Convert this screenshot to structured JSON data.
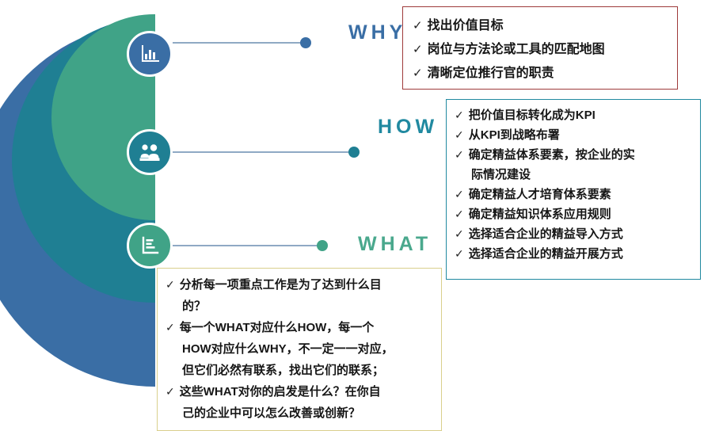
{
  "palette": {
    "blue": "#3a6ea5",
    "teal": "#1f7f93",
    "green": "#40a387",
    "why_border": "#9e3a3a",
    "how_border": "#2089a0",
    "what_border": "#d9cf8c",
    "connector": "#8fa9c4",
    "text": "#161616",
    "background": "#ffffff"
  },
  "steps": [
    {
      "key": "why",
      "label": "WHY",
      "icon": "bar-chart-icon",
      "color": "#3a6ea5"
    },
    {
      "key": "how",
      "label": "HOW",
      "icon": "team-people-icon",
      "color": "#1f7f93"
    },
    {
      "key": "what",
      "label": "WHAT",
      "icon": "bar-chart-axis-icon",
      "color": "#40a387"
    }
  ],
  "tick_glyph": "✓",
  "why_box": {
    "border_color": "#9e3a3a",
    "items": [
      {
        "text": "找出价值目标",
        "continuation": null
      },
      {
        "text": "岗位与方法论或工具的匹配地图",
        "continuation": null
      },
      {
        "text": "清晰定位推行官的职责",
        "continuation": null
      }
    ]
  },
  "how_box": {
    "border_color": "#2089a0",
    "items": [
      {
        "text": "把价值目标转化成为KPI",
        "continuation": null
      },
      {
        "text": "从KPI到战略布署",
        "continuation": null
      },
      {
        "text": "确定精益体系要素，按企业的实",
        "continuation": "际情况建设"
      },
      {
        "text": "确定精益人才培育体系要素",
        "continuation": null
      },
      {
        "text": "确定精益知识体系应用规则",
        "continuation": null
      },
      {
        "text": "选择适合企业的精益导入方式",
        "continuation": null
      },
      {
        "text": "选择适合企业的精益开展方式",
        "continuation": null
      }
    ]
  },
  "what_box": {
    "border_color": "#d9cf8c",
    "items": [
      {
        "text": "分析每一项重点工作是为了达到什么目",
        "continuation": "的？"
      },
      {
        "text": "每一个WHAT对应什么HOW，每一个",
        "continuation": "HOW对应什么WHY，不一定一一对应，\n但它们必然有联系，找出它们的联系；"
      },
      {
        "text": "这些WHAT对你的启发是什么？在你自",
        "continuation": "己的企业中可以怎么改善或创新？"
      }
    ]
  }
}
